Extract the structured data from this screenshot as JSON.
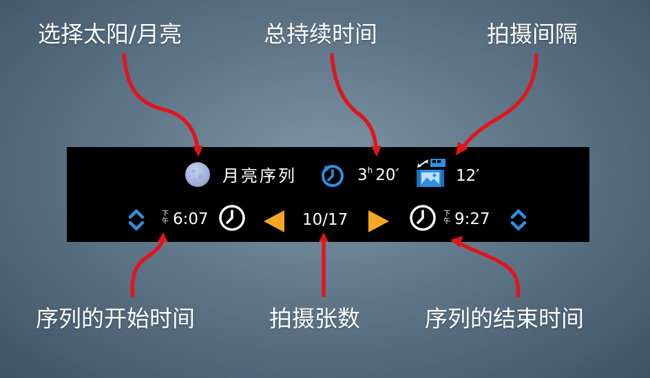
{
  "annotations": {
    "select_sun_moon": "选择太阳/月亮",
    "total_duration": "总持续时间",
    "shooting_interval": "拍摄间隔",
    "sequence_start_time": "序列的开始时间",
    "shot_count": "拍摄张数",
    "sequence_end_time": "序列的结束时间"
  },
  "panel": {
    "sequence_label": "月亮序列",
    "duration_hours": "3",
    "duration_h_unit": "h",
    "duration_minutes": "20′",
    "interval": "12′",
    "start_ampm": "下午",
    "start_time": "6:07",
    "shot_progress": "10/17",
    "end_ampm": "下午",
    "end_time": "9:27"
  },
  "icons": {
    "moon": "moon-icon",
    "duration": "clock-refresh-icon",
    "interval": "photo-interval-icon",
    "start_clock": "clock-icon",
    "end_clock": "clock-icon",
    "prev": "triangle-left-icon",
    "next": "triangle-right-icon",
    "stepper": "chevron-up-down-icon"
  },
  "colors": {
    "background": "#5f7689",
    "panel": "#000000",
    "arrow": "#e0151b",
    "accent_blue": "#2f8fe0",
    "accent_orange": "#f5a623",
    "moon": "#a9b9df"
  }
}
